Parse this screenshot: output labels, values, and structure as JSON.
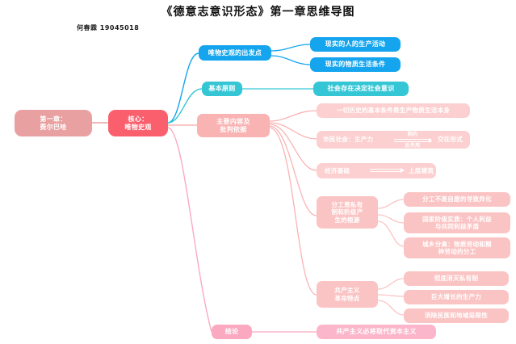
{
  "header": {
    "title": "《德意志意识形态》第一章思维导图",
    "byline": "何春霖  19045018"
  },
  "colors": {
    "root": "#e8a0a0",
    "core": "#fa5f6e",
    "blue": "#15a5ee",
    "teal": "#35c6d6",
    "pink_mid": "#f9b3b3",
    "pink_soft": "#fbc4c4",
    "pink_pale": "#fcd0d0",
    "pink_hot": "#fba9c0",
    "background": "#ffffff",
    "title_text": "#111111"
  },
  "mindmap": {
    "root": {
      "label": "第一章：\n费尔巴哈"
    },
    "core": {
      "label": "核心：\n唯物史观"
    },
    "branches": [
      {
        "label": "唯物史观的出发点",
        "children": [
          {
            "label": "现实的人的生产活动"
          },
          {
            "label": "现实的物质生活条件"
          }
        ]
      },
      {
        "label": "基本原则",
        "children": [
          {
            "label": "社会存在决定社会意识"
          }
        ]
      },
      {
        "label": "主要内容及\n批判依据",
        "children": [
          {
            "label": "一切历史的基本条件是生产物质生活本身"
          },
          {
            "label": "市民社会：生产力",
            "label_tail": "交往形式",
            "arrow_top": "制约",
            "arrow_bottom": "反作用"
          },
          {
            "label": "经济基础",
            "label_tail": "上层建筑"
          },
          {
            "label": "分工是私有\n制和阶级产\n生的根源",
            "children": [
              {
                "label": "分工不是自愿的导致异化"
              },
              {
                "label": "国家阶级实质：个人利益\n与共同利益矛盾"
              },
              {
                "label": "城乡分离：物质劳动和精\n神劳动的分工"
              }
            ]
          },
          {
            "label": "共产主义\n革命特点",
            "children": [
              {
                "label": "彻底消灭私有制"
              },
              {
                "label": "巨大增长的生产力"
              },
              {
                "label": "消除民族和地域局限性"
              }
            ]
          }
        ]
      },
      {
        "label": "结论",
        "children": [
          {
            "label": "共产主义必将取代资本主义"
          }
        ]
      }
    ]
  }
}
